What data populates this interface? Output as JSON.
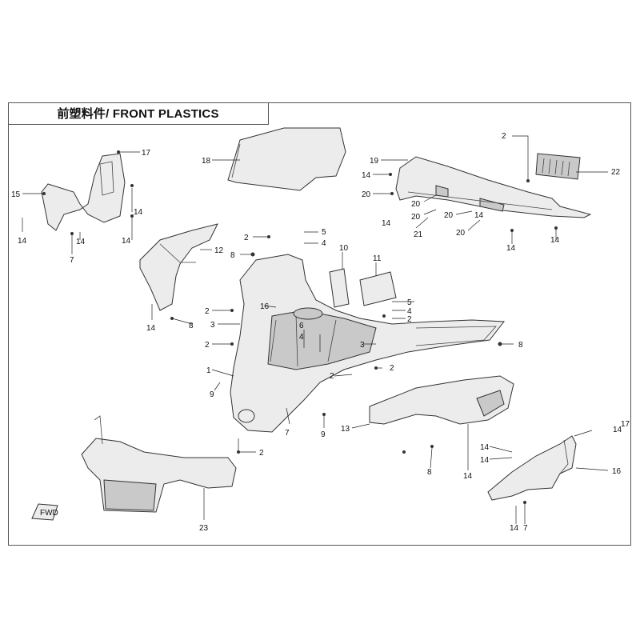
{
  "title": "前塑料件/ FRONT PLASTICS",
  "colors": {
    "line": "#333333",
    "part_fill": "#ececec",
    "part_shade": "#c9c9c9"
  },
  "callouts": {
    "c2a": "2",
    "c2b": "2",
    "c2c": "2",
    "c2d": "2",
    "c2e": "2",
    "c2f": "2",
    "c2g": "2",
    "c3a": "3",
    "c3b": "3",
    "c4a": "4",
    "c4b": "4",
    "c4c": "4",
    "c5a": "5",
    "c5b": "5",
    "c6": "6",
    "c7a": "7",
    "c7b": "7",
    "c7c": "7",
    "c8a": "8",
    "c8b": "8",
    "c8c": "8",
    "c8d": "8",
    "c9a": "9",
    "c9b": "9",
    "c10": "10",
    "c11": "11",
    "c12": "12",
    "c13": "13",
    "c14a": "14",
    "c14b": "14",
    "c14c": "14",
    "c14d": "14",
    "c14e": "14",
    "c14f": "14",
    "c14g": "14",
    "c14h": "14",
    "c14i": "14",
    "c14j": "14",
    "c14k": "14",
    "c14l": "14",
    "c14m": "14",
    "c14n": "14",
    "c14o": "14",
    "c15": "15",
    "c16": "16",
    "c16b": "16",
    "c17a": "17",
    "c17b": "17",
    "c18": "18",
    "c19": "19",
    "c20a": "20",
    "c20b": "20",
    "c20c": "20",
    "c20d": "20",
    "c21": "21",
    "c22": "22",
    "c23": "23"
  },
  "fwd_icon": "FWD"
}
